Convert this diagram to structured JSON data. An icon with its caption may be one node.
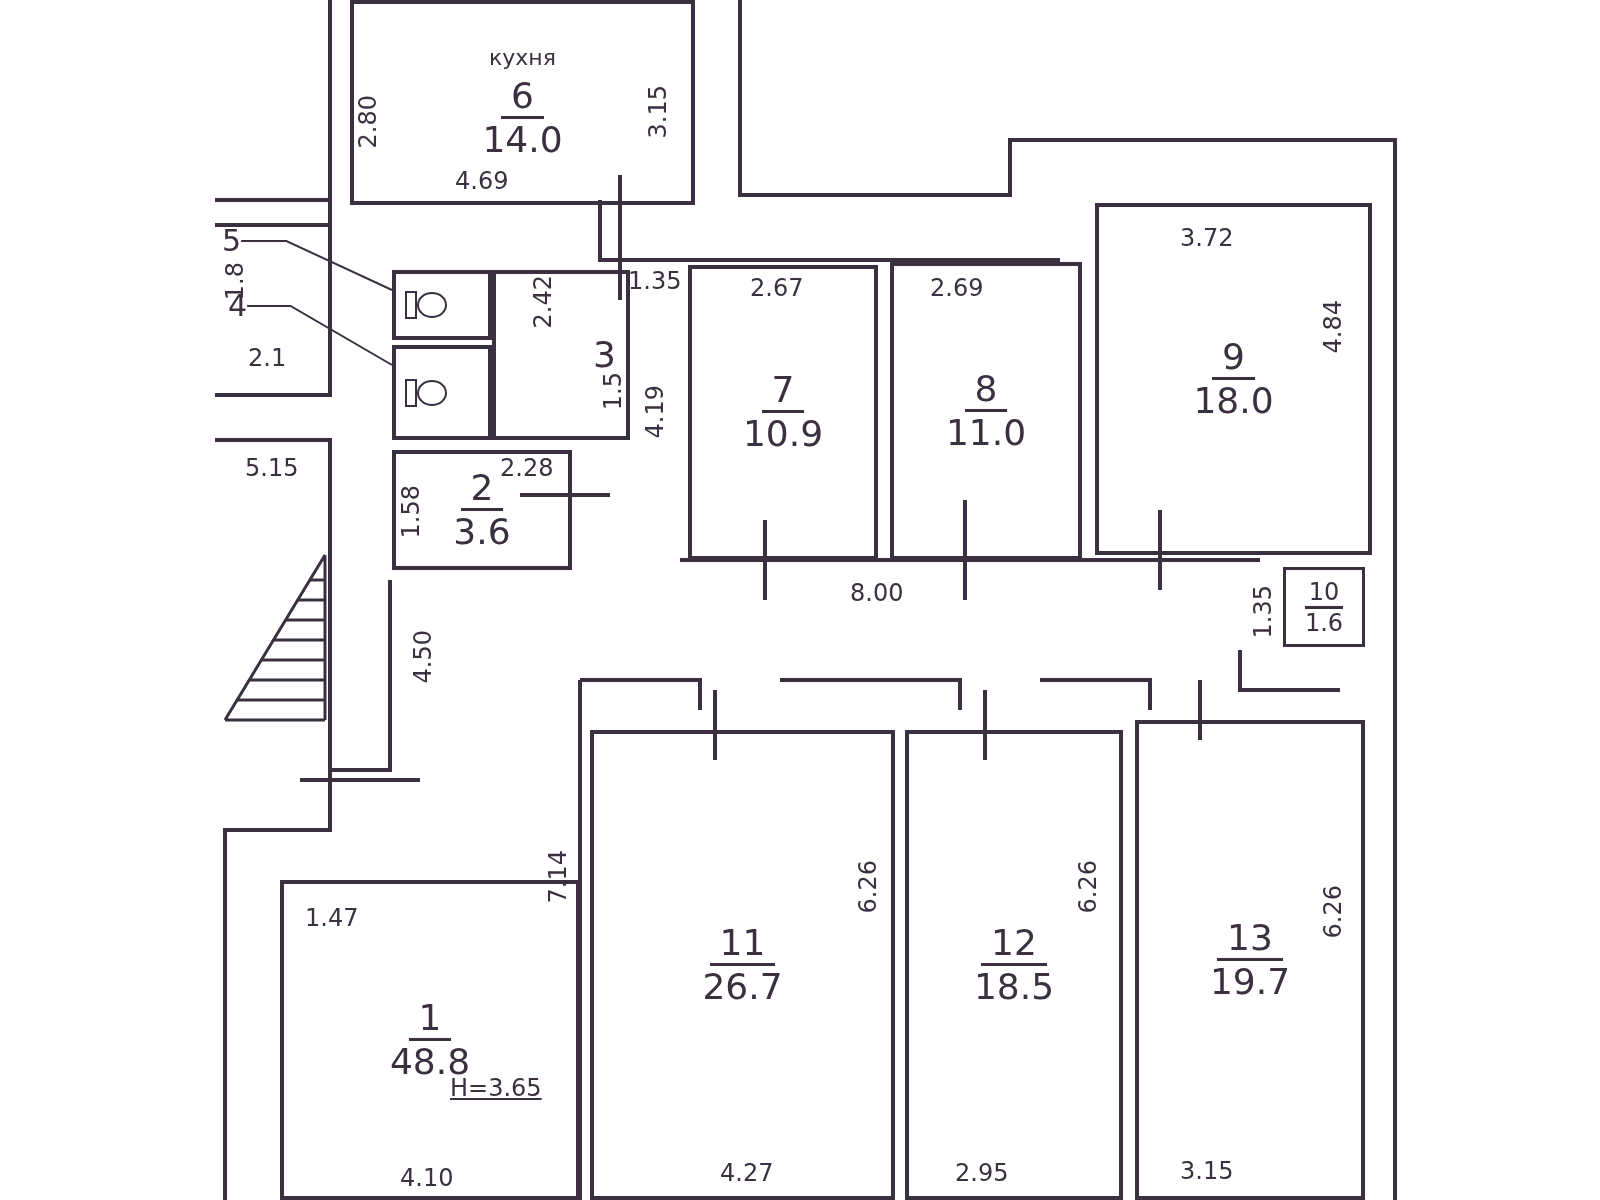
{
  "diagram": {
    "nodes": [
      {
        "text": [
          "кухня",
          "6",
          "14.0"
        ]
      },
      {
        "text": [
          "5"
        ]
      },
      {
        "text": [
          "4"
        ]
      },
      {
        "text": [],
        "shape": "box"
      },
      {
        "text": [],
        "shape": "box"
      },
      {
        "text": [
          "3"
        ]
      },
      {
        "text": [
          "2",
          "3.6"
        ]
      },
      {
        "text": [
          "7",
          "10.9"
        ]
      },
      {
        "text": [
          "8",
          "11.0"
        ]
      },
      {
        "text": [
          "9",
          "18.0"
        ]
      },
      {
        "text": [
          "10",
          "1.6"
        ]
      },
      {
        "text": [
          "1",
          "48.8"
        ]
      },
      {
        "text": [
          "11",
          "26.7"
        ]
      },
      {
        "text": [
          "12",
          "18.5"
        ]
      },
      {
        "text": [
          "13",
          "19.7"
        ]
      }
    ],
    "edges": [
      {
        "from": 1,
        "to": 3,
        "arrow": "none"
      },
      {
        "from": 2,
        "to": 4,
        "arrow": "none"
      }
    ],
    "labels": [
      "2.80",
      "3.15",
      "4.69",
      "1.8",
      "2.1",
      "2.42",
      "1.35",
      "1.5",
      "4.19",
      "2.28",
      "1.58",
      "5.15",
      "2.67",
      "2.69",
      "3.72",
      "4.84",
      "8.00",
      "1.35",
      "4.50",
      "7.14",
      "1.47",
      "6.26",
      "6.26",
      "6.26",
      "H=3.65",
      "4.10",
      "4.27",
      "2.95",
      "3.15"
    ]
  }
}
